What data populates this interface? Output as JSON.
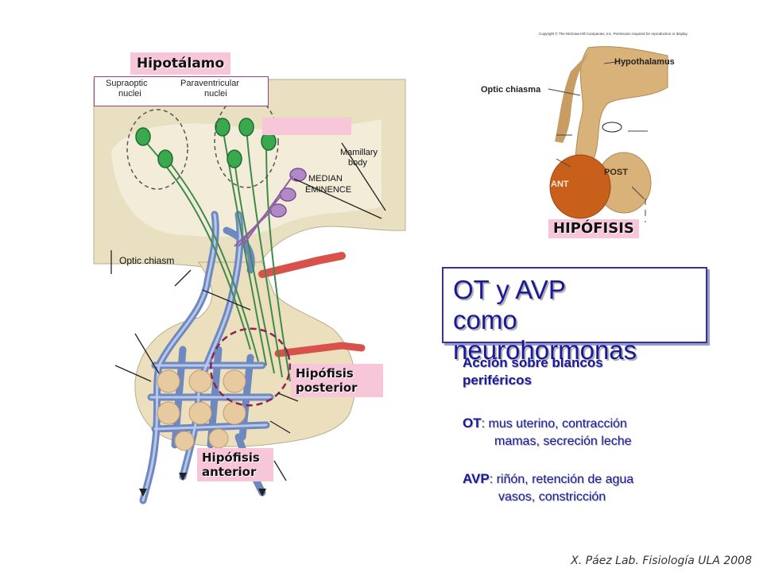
{
  "left_diagram": {
    "label_hypothalamus": "Hipotálamo",
    "nuclei_supraoptic": [
      "Supraoptic",
      "nuclei"
    ],
    "nuclei_paraventricular": [
      "Paraventricular",
      "nuclei"
    ],
    "mamillary": [
      "Mamillary",
      "body"
    ],
    "median_eminence": [
      "MEDIAN",
      "EMINENCE"
    ],
    "optic_chiasm": "Optic chiasm",
    "posterior_label": [
      "Hipófisis",
      "posterior"
    ],
    "anterior_label": [
      "Hipófisis",
      "anterior"
    ]
  },
  "right_diagram": {
    "copyright": "Copyright © The McGraw-Hill Companies, Inc. Permission required for reproduction or display.",
    "hypothalamus": "Hypothalamus",
    "optic_chiasma": "Optic chiasma",
    "ant": "ANT",
    "post": "POST",
    "hipofisis": "HIPÓFISIS"
  },
  "title": {
    "line1": "OT y AVP",
    "line2": "como neurohormonas"
  },
  "body": {
    "heading": [
      "Acción sobre blancos",
      "periféricos"
    ],
    "ot_label": "OT",
    "ot_lines": [
      ": mus uterino, contracción",
      "mamas, secreción leche"
    ],
    "avp_label": "AVP",
    "avp_lines": [
      ": riñón, retención de agua",
      "vasos, constricción"
    ]
  },
  "footer": {
    "credit": "X. Páez  Lab. Fisiología ULA 2008"
  },
  "colors": {
    "title_blue": "#1a1a99",
    "label_pink": "#f7c6d8",
    "anterior_orange": "#c8601c",
    "posterior_tan": "#d9b27a"
  }
}
